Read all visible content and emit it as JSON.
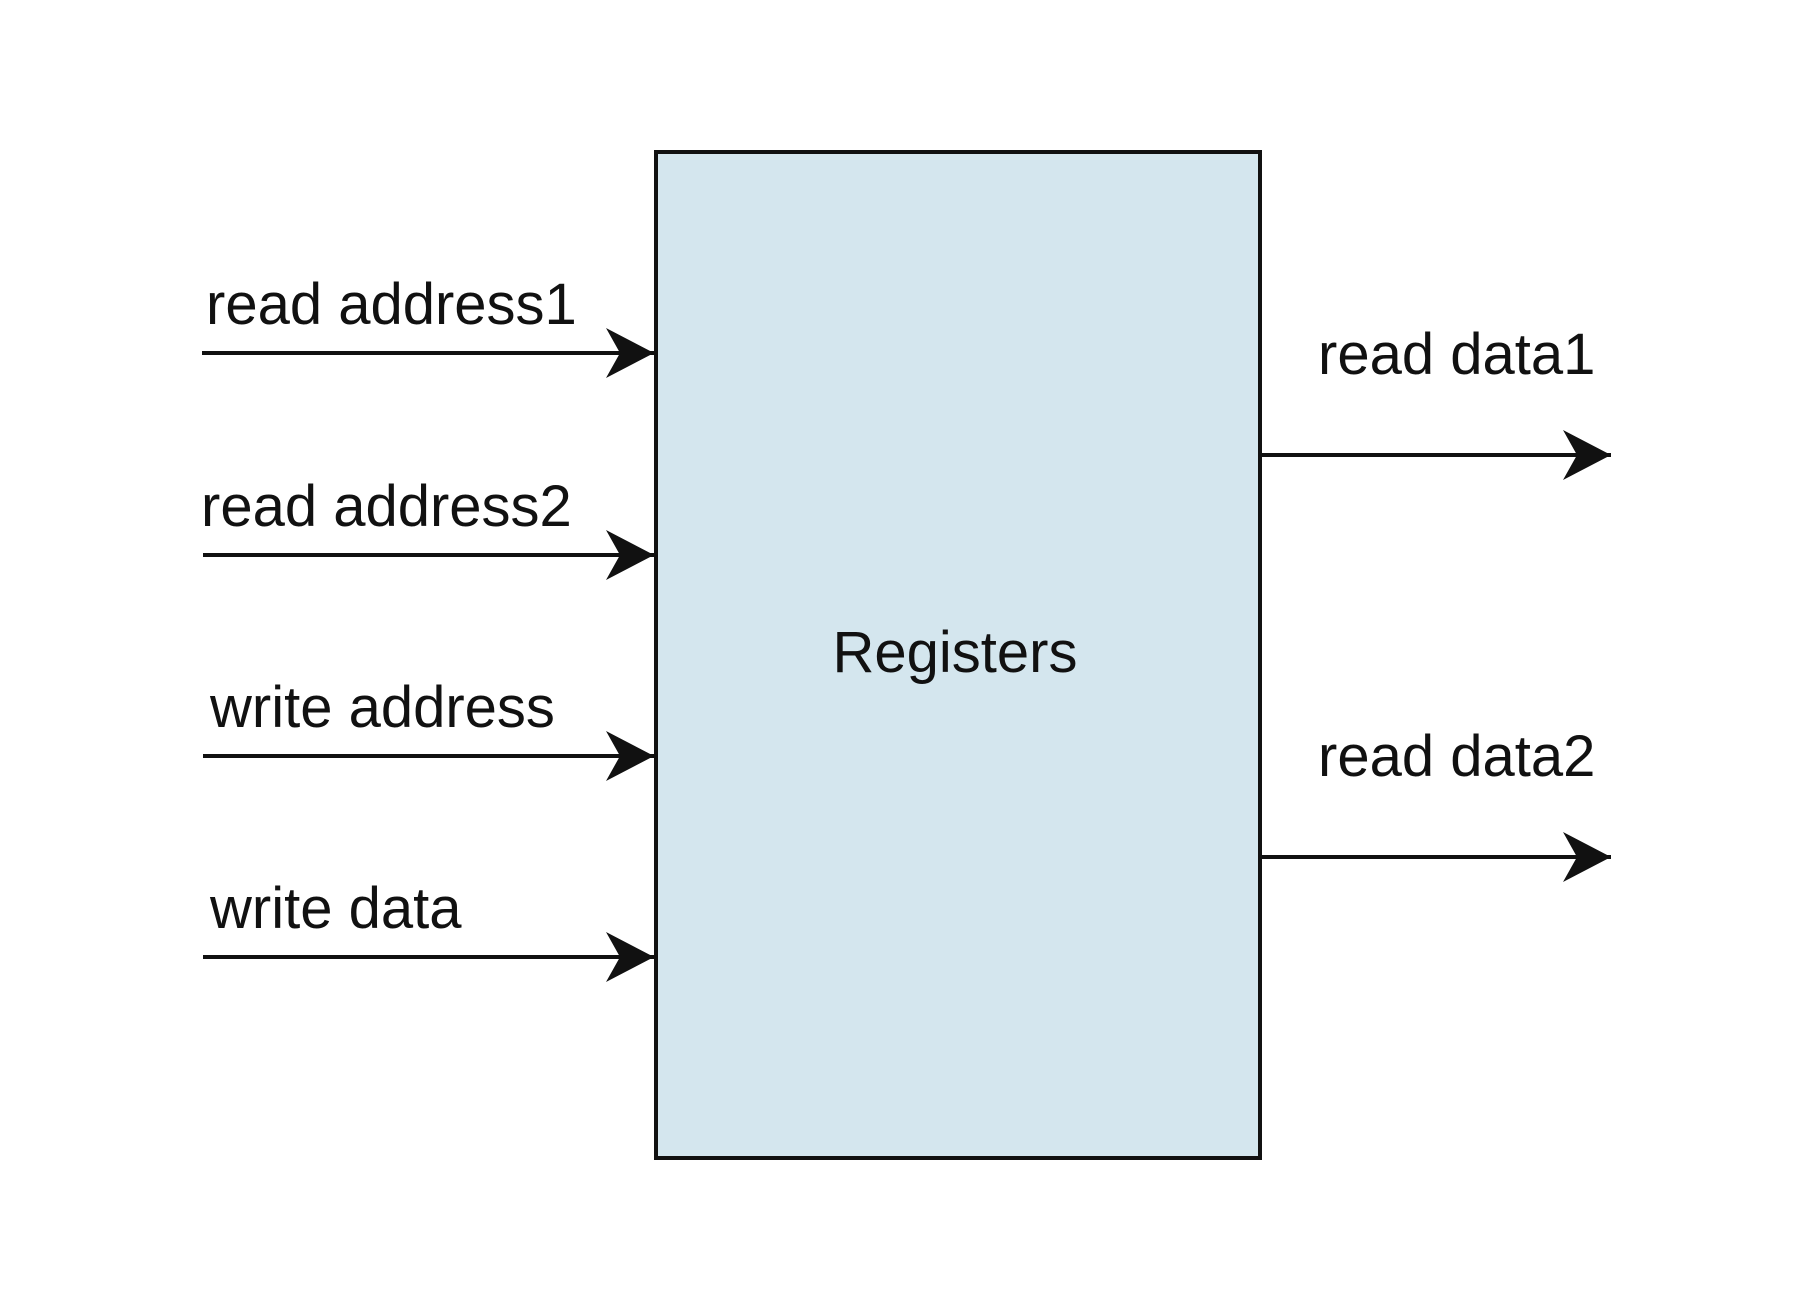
{
  "colors": {
    "block_fill": "#d4e6ee",
    "stroke": "#111111",
    "background": "#ffffff"
  },
  "block": {
    "label": "Registers"
  },
  "inputs": [
    {
      "label": "read address1"
    },
    {
      "label": "read address2"
    },
    {
      "label": "write address"
    },
    {
      "label": "write data"
    }
  ],
  "outputs": [
    {
      "label": "read data1"
    },
    {
      "label": "read data2"
    }
  ]
}
